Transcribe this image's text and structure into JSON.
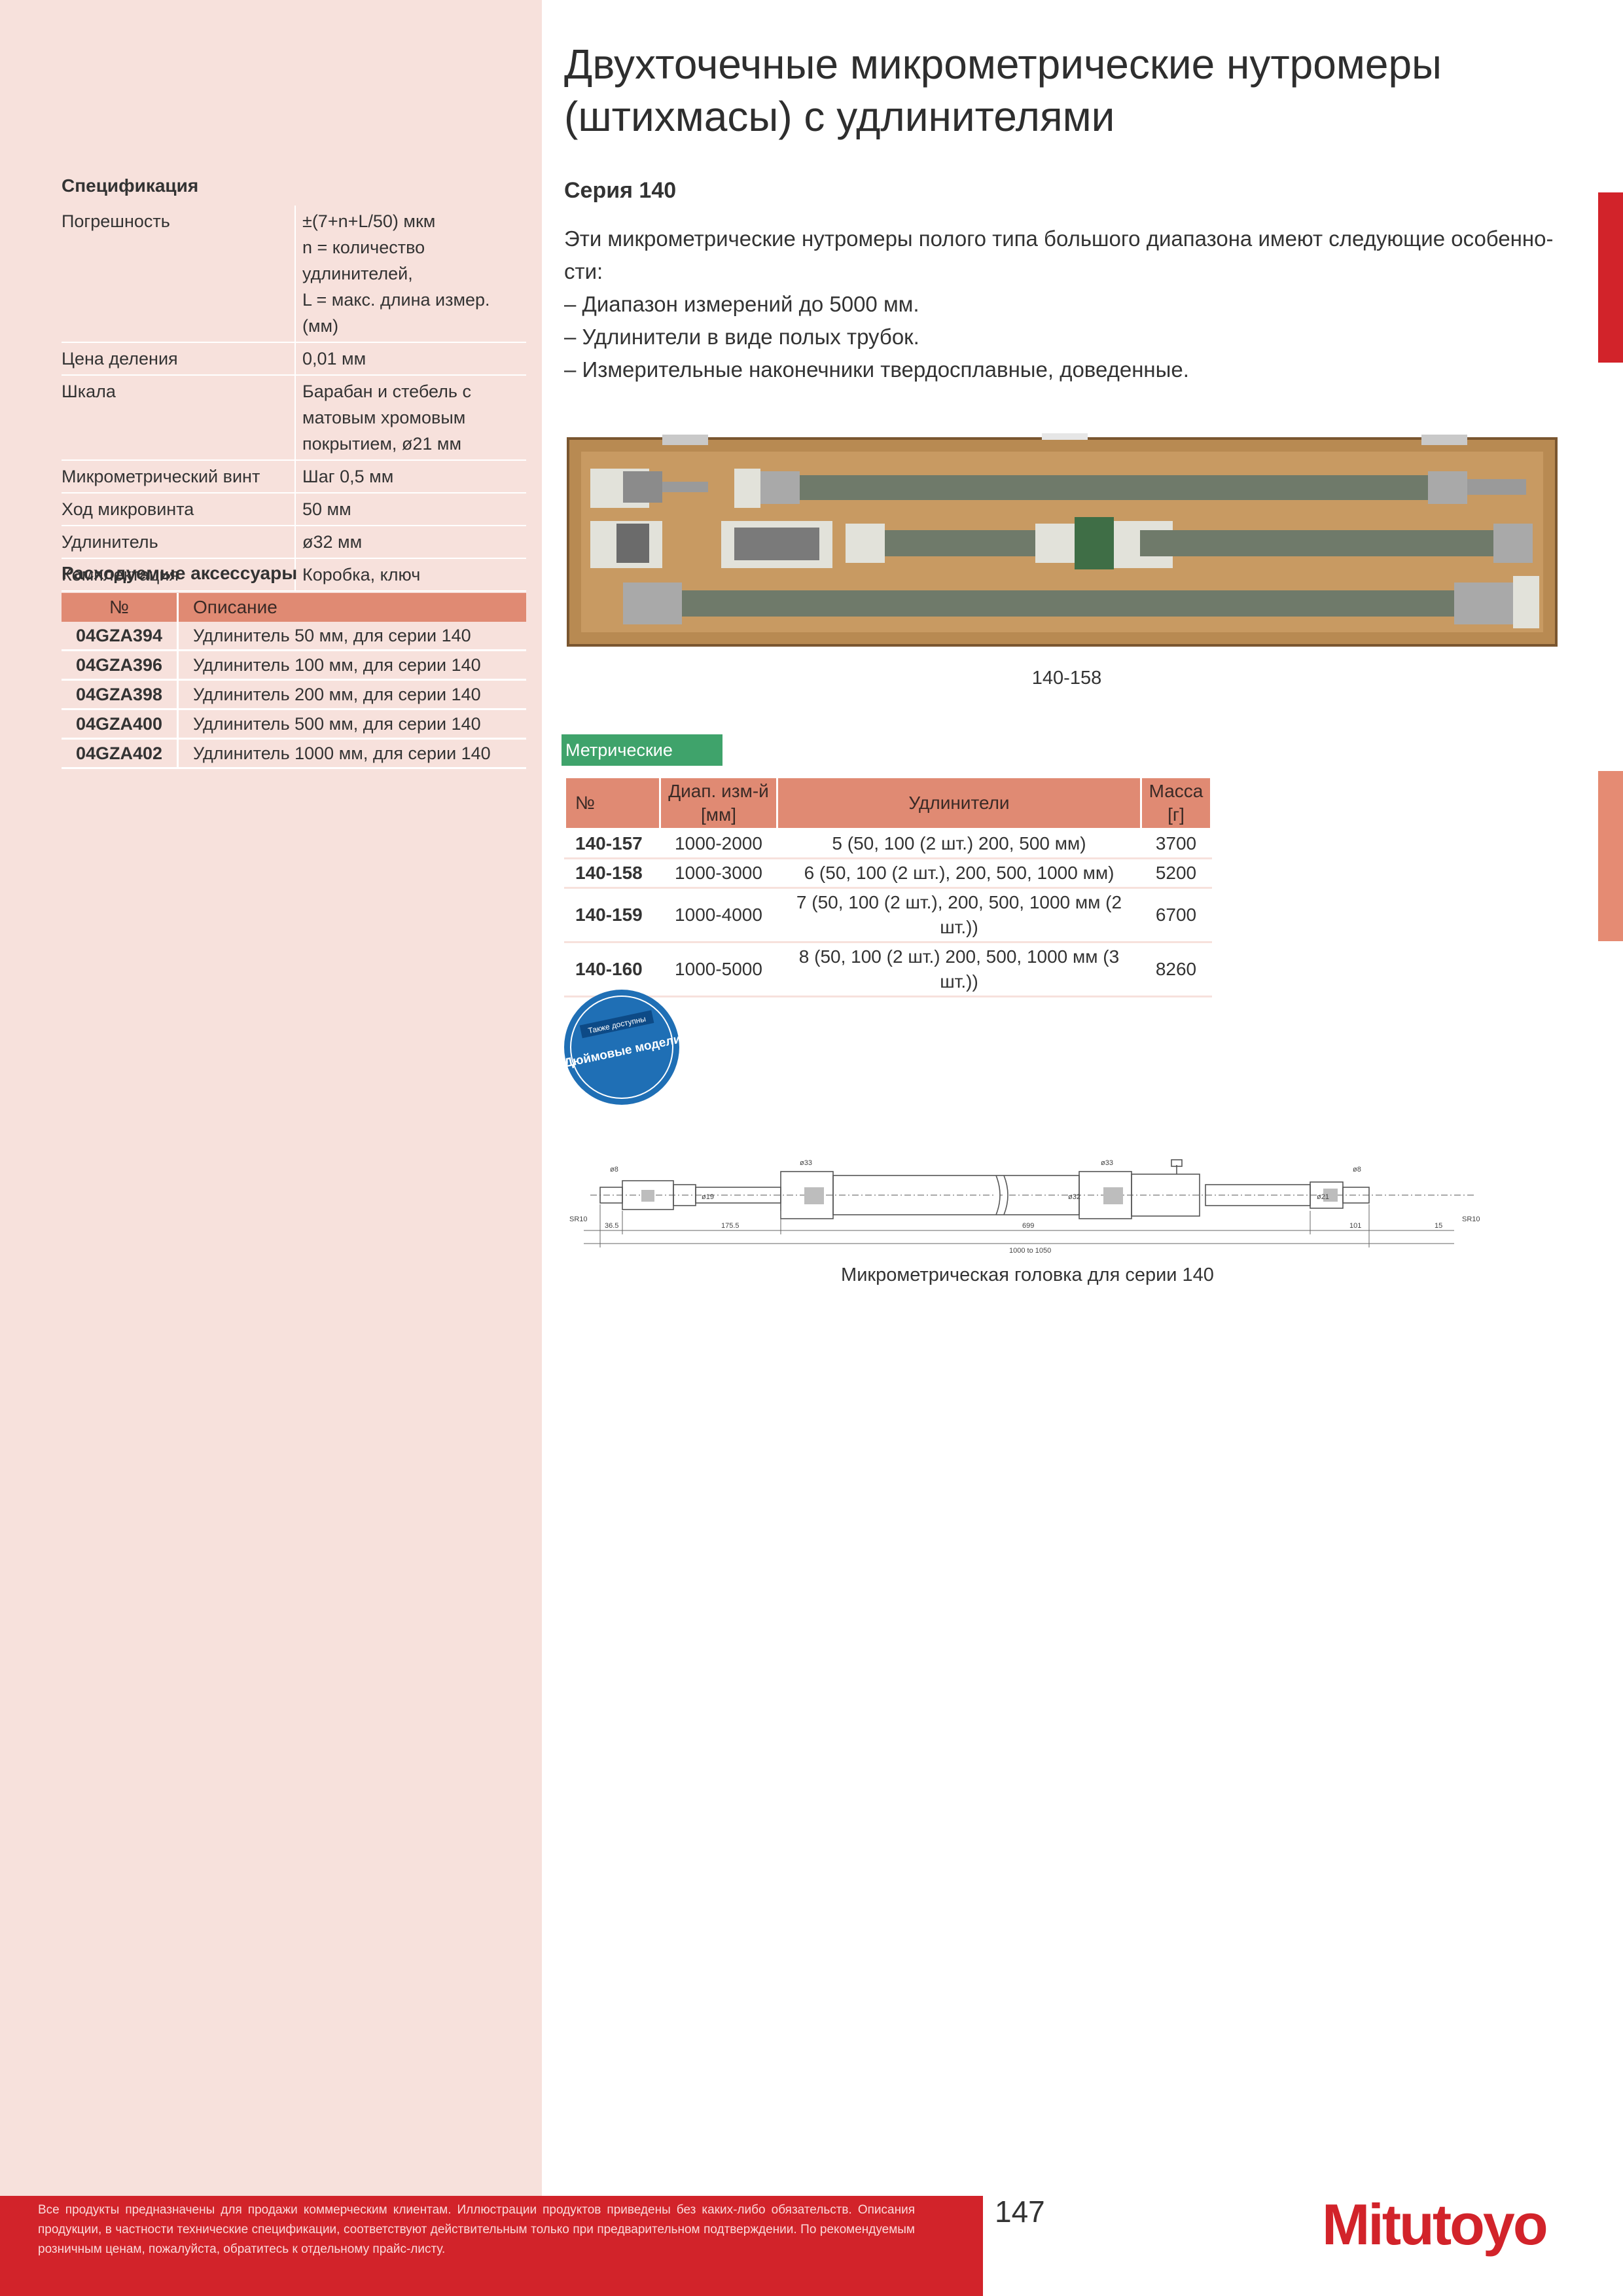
{
  "title": "Двухточечные микрометрические нутромеры (штихмасы) с удлинителями",
  "series": "Серия 140",
  "description": {
    "intro": "Эти микрометрические нутромеры полого типа большого диапазона имеют следующие особенно-сти:",
    "bullets": [
      "– Диапазон измерений до 5000 мм.",
      "– Удлинители в виде полых трубок.",
      "– Измерительные наконечники твердосплавные, доведенные."
    ]
  },
  "specification": {
    "title": "Спецификация",
    "rows": [
      {
        "key": "Погрешность",
        "value": "±(7+n+L/50) мкм\nn = количество\nудлинителей,\nL = макс. длина измер. (мм)"
      },
      {
        "key": "Цена деления",
        "value": "0,01 мм"
      },
      {
        "key": "Шкала",
        "value": "Барабан и стебель с\nматовым хромовым\nпокрытием, ø21 мм"
      },
      {
        "key": "Микрометрический винт",
        "value": "Шаг 0,5 мм"
      },
      {
        "key": "Ход микровинта",
        "value": "50 мм"
      },
      {
        "key": "Удлинитель",
        "value": "ø32 мм"
      },
      {
        "key": "Комплектация",
        "value": "Коробка, ключ"
      }
    ]
  },
  "accessories": {
    "title": "Расходуемые аксессуары",
    "headers": [
      "№",
      "Описание"
    ],
    "rows": [
      {
        "no": "04GZA394",
        "desc": "Удлинитель 50 мм, для серии 140"
      },
      {
        "no": "04GZA396",
        "desc": "Удлинитель 100 мм, для серии 140"
      },
      {
        "no": "04GZA398",
        "desc": "Удлинитель 200 мм, для серии 140"
      },
      {
        "no": "04GZA400",
        "desc": "Удлинитель 500 мм, для серии 140"
      },
      {
        "no": "04GZA402",
        "desc": "Удлинитель 1000 мм, для серии 140"
      }
    ]
  },
  "photo_caption": "140-158",
  "metric_label": "Метрические",
  "metric_table": {
    "headers": [
      "№",
      "Диап. изм-й [мм]",
      "Удлинители",
      "Масса [г]"
    ],
    "rows": [
      [
        "140-157",
        "1000-2000",
        "5 (50, 100 (2 шт.) 200, 500 мм)",
        "3700"
      ],
      [
        "140-158",
        "1000-3000",
        "6 (50, 100 (2 шт.), 200, 500, 1000 мм)",
        "5200"
      ],
      [
        "140-159",
        "1000-4000",
        "7 (50, 100 (2 шт.), 200, 500, 1000 мм (2 шт.))",
        "6700"
      ],
      [
        "140-160",
        "1000-5000",
        "8 (50, 100 (2 шт.) 200, 500, 1000 мм (3 шт.))",
        "8260"
      ]
    ]
  },
  "badge": {
    "top": "Также доступны",
    "main": "Дюймовые модели"
  },
  "diagram": {
    "labels": {
      "d8_left": "ø8",
      "d33_a": "ø33",
      "d33_b": "ø33",
      "d8_right": "ø8",
      "d19": "ø19",
      "d32": "ø32",
      "d21": "ø21",
      "sr_left": "SR10",
      "sr_right": "SR10",
      "l365": "36.5",
      "l1755": "175.5",
      "l699": "699",
      "l101": "101",
      "l15": "15",
      "total": "1000 to 1050"
    },
    "caption": "Микрометрическая головка для серии 140"
  },
  "footer": {
    "note": "Все продукты предназначены для продажи коммерческим клиентам. Иллюстрации продуктов приведены без каких-либо обязательств. Описания продукции, в частности технические спецификации, соответствуют действительным только при предварительном подтверждении. По рекомендуемым розничным ценам, пожалуйста, обратитесь к отдельному прайс-листу.",
    "page": "147",
    "logo": "Mitutoyo"
  },
  "colors": {
    "brand_red": "#d2232a",
    "salmon": "#e08a73",
    "green": "#3fa36b",
    "sidebar": "#f7e1dc",
    "badge_blue": "#1f6fb5"
  }
}
